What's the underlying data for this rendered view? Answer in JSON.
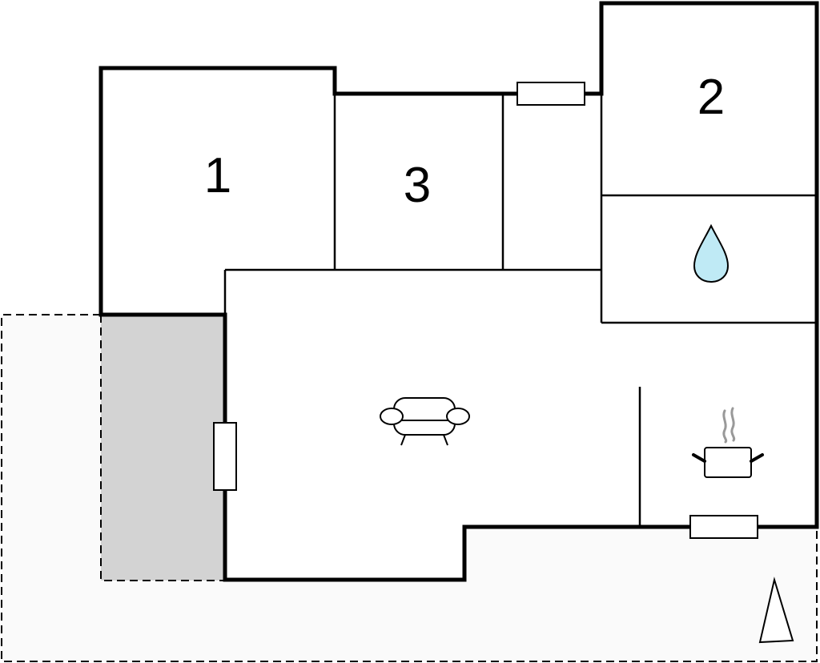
{
  "rooms": [
    {
      "id": "bedroom-1",
      "label": "1"
    },
    {
      "id": "bedroom-2",
      "label": "2"
    },
    {
      "id": "bedroom-3",
      "label": "3"
    }
  ],
  "icons": {
    "bathroom": "water-drop-icon",
    "living_room": "sofa-icon",
    "kitchen": "cooking-pot-icon",
    "orientation": "north-arrow-icon"
  },
  "colors": {
    "water_drop": "#bfeaf5",
    "covered_terrace": "#d3d3d3",
    "outdoor_area": "#fafafa",
    "steam": "#999999",
    "wall": "#000000"
  }
}
